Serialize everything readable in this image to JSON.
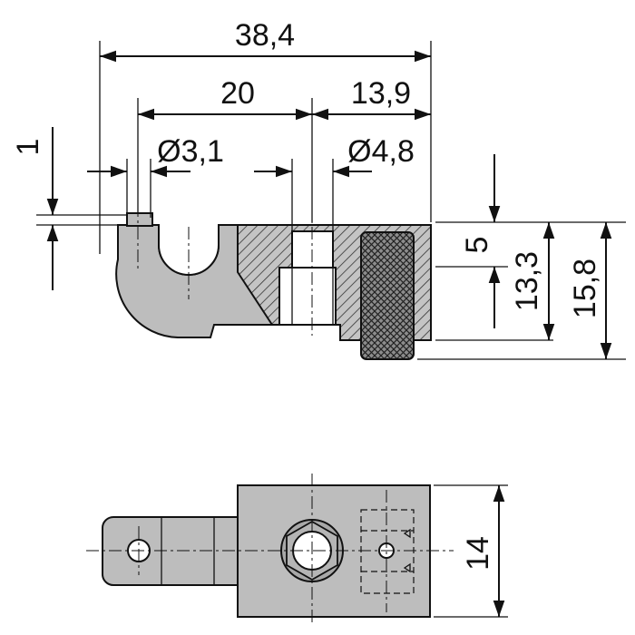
{
  "dimensions": {
    "overall_length": "38,4",
    "hook_to_center": "20",
    "center_to_end": "13,9",
    "small_bore": "Ø3,1",
    "large_bore": "Ø4,8",
    "offset": "1",
    "bore_depth": "5",
    "body_height": "13,3",
    "total_height": "15,8",
    "width": "14"
  },
  "colors": {
    "metal": "#bdbdbd",
    "section": "#9e9e9e",
    "line": "#111111"
  }
}
